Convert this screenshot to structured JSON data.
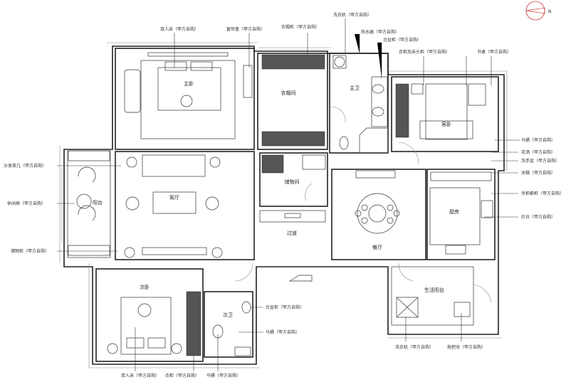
{
  "rooms": {
    "master_bedroom": "主卧",
    "closet": "衣帽间",
    "master_bath": "主卫",
    "guest_bedroom": "客卧",
    "living_room": "客厅",
    "balcony": "阳台",
    "storage": "储物间",
    "corridor": "过道",
    "dining": "餐厅",
    "kitchen": "厨房",
    "second_bedroom": "次卧",
    "second_bath": "次卫",
    "service_balcony": "生活阳台"
  },
  "callouts": {
    "top": [
      "双人床（甲方自购）",
      "窗帘盒（甲方自购）",
      "衣帽柜（甲方自购）",
      "洗衣机（甲方自购）",
      "热水器（甲方自购）",
      "台盆柜（甲方自购）",
      "衣柜及床头柜（甲方自购）",
      "书桌（甲方自购）"
    ],
    "left": [
      "沙发茶几（甲方自购）",
      "休闲椅（甲方自购）",
      "储物柜（甲方自购）"
    ],
    "right": [
      "马桶（甲方自购）",
      "花洒（甲方自购）",
      "洗手盆（甲方自购）",
      "冰箱（甲方自购）",
      "吊柜橱柜（甲方自购）",
      "灶台（甲方自购）"
    ],
    "bottom": [
      "台盆柜（甲方自购）",
      "马桶（甲方自购）",
      "双人床（甲方自购）",
      "衣柜（甲方自购）",
      "马桶（甲方自购）",
      "洗衣机（甲方自购）",
      "拖把池（甲方自购）"
    ]
  },
  "compass": {
    "north_label": "N"
  }
}
